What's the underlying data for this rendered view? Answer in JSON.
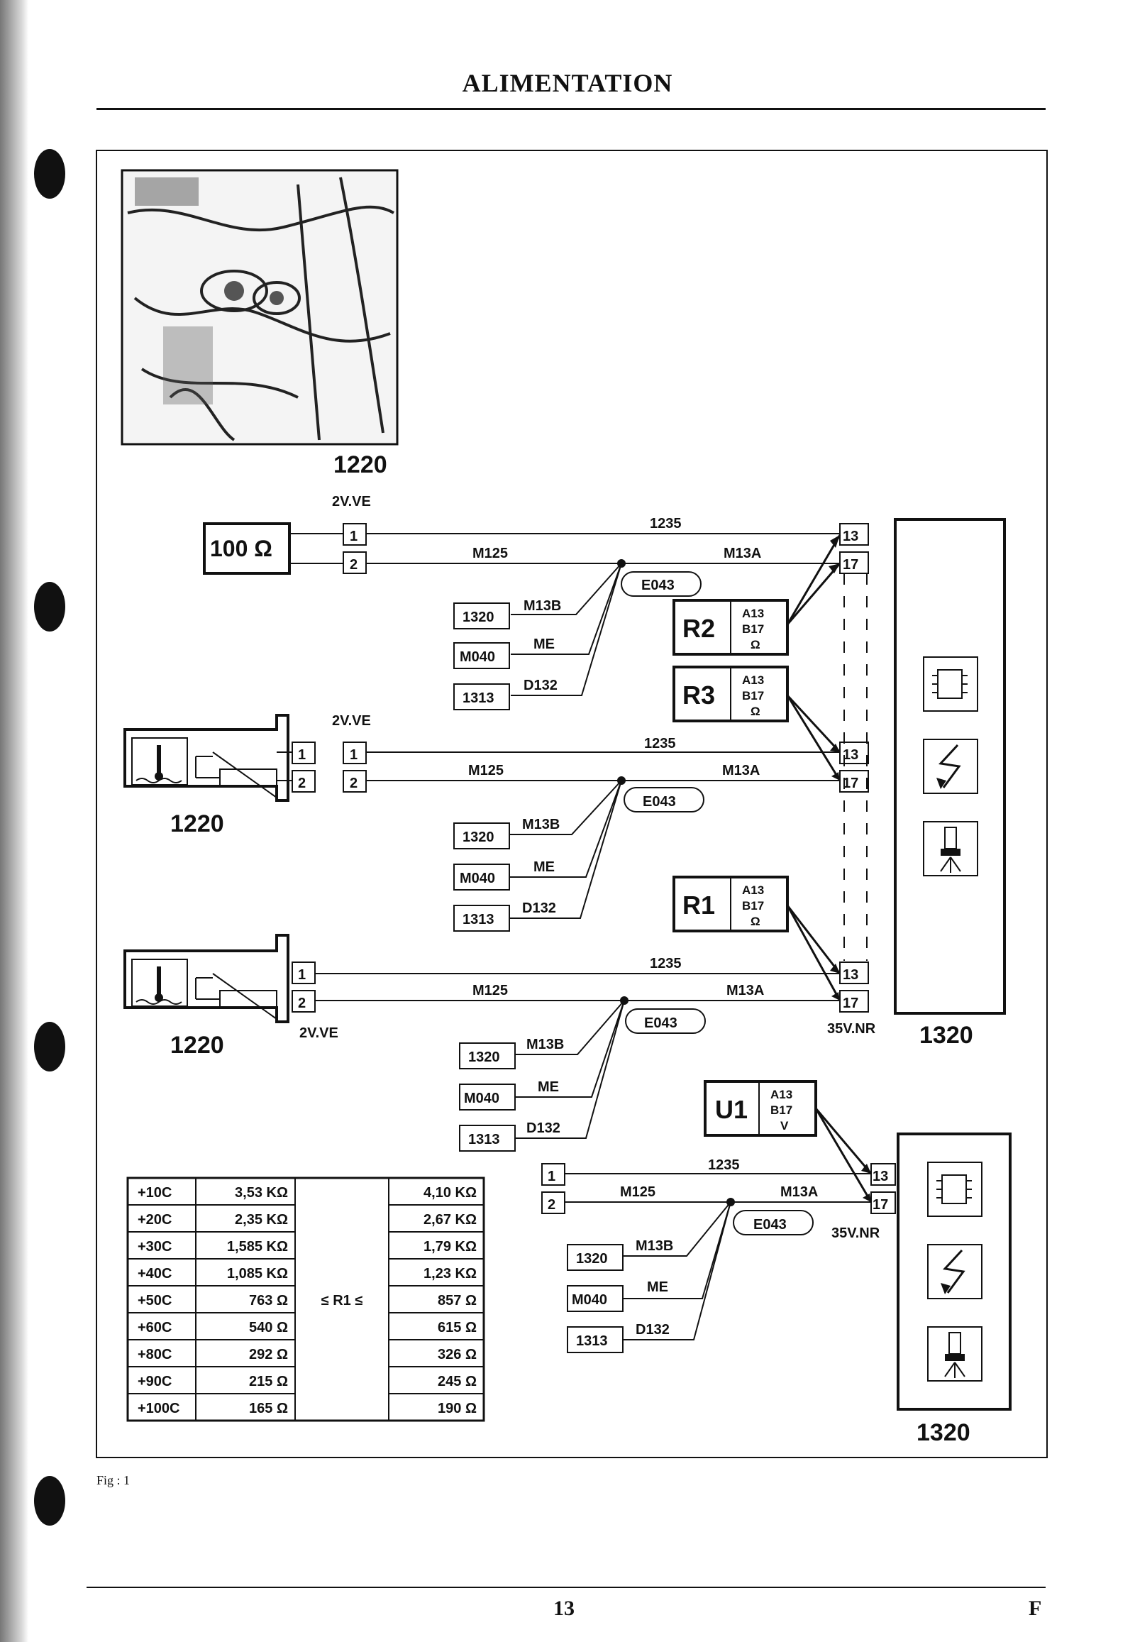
{
  "header": {
    "title": "ALIMENTATION"
  },
  "footer": {
    "fig_label": "Fig : 1",
    "page_number": "13",
    "page_letter": "F"
  },
  "diagram": {
    "photo_ref": "1220",
    "sensor_ref": "1220",
    "ecu_ref": "1320",
    "connector_2v": "2V.VE",
    "connector_35v": "35V.NR",
    "resistor_label": "100 Ω",
    "wire_1235": "1235",
    "wire_m125": "M125",
    "wire_m13a": "M13A",
    "wire_m13b": "M13B",
    "wire_me": "ME",
    "wire_d132": "D132",
    "ground_e043": "E043",
    "ref_1320": "1320",
    "ref_m040": "M040",
    "ref_1313": "1313",
    "pin_1": "1",
    "pin_2": "2",
    "pin_13": "13",
    "pin_17": "17",
    "meter_r1": "R1",
    "meter_r2": "R2",
    "meter_r3": "R3",
    "meter_u1": "U1",
    "meter_a13": "A13",
    "meter_b17": "B17",
    "meter_ohm": "Ω",
    "meter_v": "V"
  },
  "table": {
    "middle_label": "≤ R1 ≤",
    "rows": [
      {
        "temp": "+10C",
        "min": "3,53 KΩ",
        "max": "4,10 KΩ"
      },
      {
        "temp": "+20C",
        "min": "2,35 KΩ",
        "max": "2,67 KΩ"
      },
      {
        "temp": "+30C",
        "min": "1,585 KΩ",
        "max": "1,79 KΩ"
      },
      {
        "temp": "+40C",
        "min": "1,085 KΩ",
        "max": "1,23 KΩ"
      },
      {
        "temp": "+50C",
        "min": "763 Ω",
        "max": "857 Ω"
      },
      {
        "temp": "+60C",
        "min": "540 Ω",
        "max": "615 Ω"
      },
      {
        "temp": "+80C",
        "min": "292 Ω",
        "max": "326 Ω"
      },
      {
        "temp": "+90C",
        "min": "215 Ω",
        "max": "245 Ω"
      },
      {
        "temp": "+100C",
        "min": "165 Ω",
        "max": "190 Ω"
      }
    ]
  }
}
